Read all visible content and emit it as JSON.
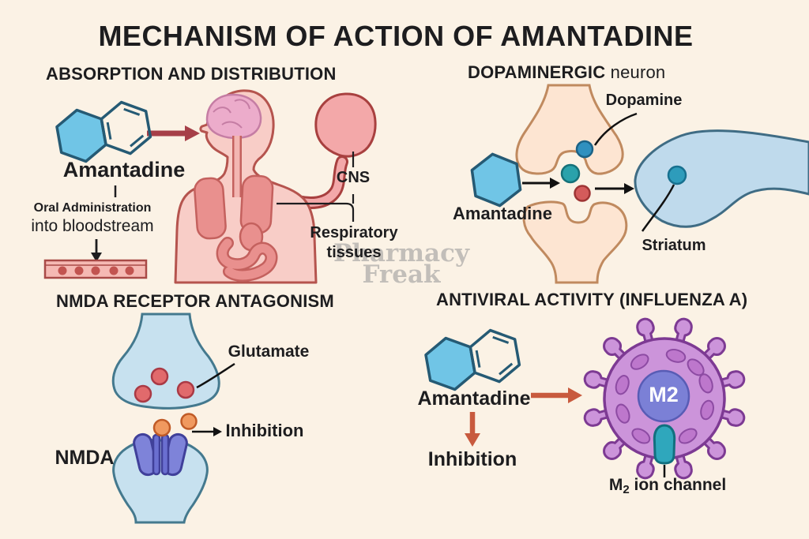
{
  "title": "MECHANISM OF ACTION OF AMANTADINE",
  "watermark": "Pharmacy\nFreak",
  "colors": {
    "background": "#fbf2e5",
    "hexagon_fill": "#70c5e6",
    "hexagon_outline": "#255a74",
    "body_pink": "#f8cdc7",
    "organ_pink": "#e9908e",
    "cns_blob": "#f3a8a9",
    "peach_terminal": "#fde5d2",
    "blue_terminal": "#c7e1ef",
    "striatum_blue": "#bfdaec",
    "receptor_purple": "#7e83d9",
    "virus_purple": "#cc94da",
    "virus_core": "#7b80d6",
    "channel_teal": "#2fa7bc",
    "red_arrow": "#a63f48",
    "orange_arrow": "#c85a3e",
    "dot_red": "#e16a6c",
    "dot_orange": "#f0995f",
    "dot_teal": "#2aa2ab",
    "dot_blue": "#3090bf",
    "text": "#1d1d1f"
  },
  "sections": {
    "absorption": {
      "header": "ABSORPTION AND DISTRIBUTION",
      "labels": {
        "compound": "Amantadine",
        "route_bold": "Oral Administration",
        "route": "into bloodstream",
        "cns": "CNS",
        "respiratory": "Respiratory\ntissues"
      }
    },
    "dopaminergic": {
      "header_bold": "DOPAMINERGIC",
      "header_regular": " neuron",
      "labels": {
        "dopamine": "Dopamine",
        "compound": "Amantadine",
        "striatum": "Striatum"
      }
    },
    "nmda": {
      "header": "NMDA RECEPTOR ANTAGONISM",
      "labels": {
        "glutamate": "Glutamate",
        "receptor": "NMDA",
        "inhibition": "Inhibition"
      }
    },
    "antiviral": {
      "header": "ANTIVIRAL ACTIVITY (INFLUENZA A)",
      "labels": {
        "compound": "Amantadine",
        "inhibition": "Inhibition",
        "m2_core": "M2",
        "m2_channel_prefix": "M",
        "m2_channel_sub": "2",
        "m2_channel_rest": " ion channel"
      }
    }
  }
}
